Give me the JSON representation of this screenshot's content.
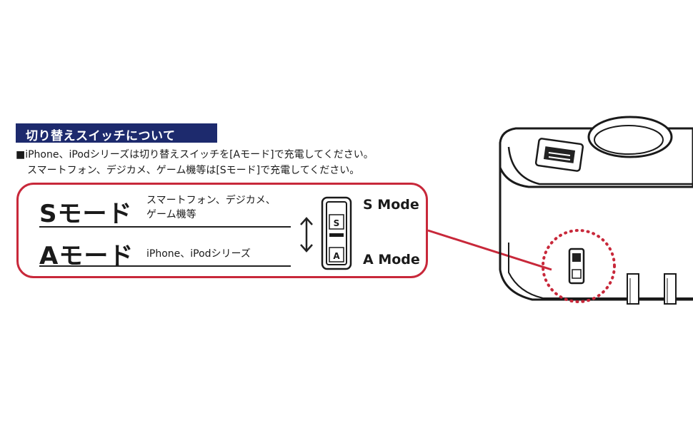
{
  "header": {
    "title": "切り替えスイッチについて"
  },
  "notes": {
    "line1": "■iPhone、iPodシリーズは切り替えスイッチを[Aモード]で充電してください。",
    "line2": "スマートフォン、デジカメ、ゲーム機等は[Sモード]で充電してください。"
  },
  "modes": {
    "s": {
      "title": "Sモード",
      "desc_line1": "スマートフォン、デジカメ、",
      "desc_line2": "ゲーム機等",
      "label": "S Mode",
      "switch_letter": "S"
    },
    "a": {
      "title": "Aモード",
      "desc": "iPhone、iPodシリーズ",
      "label": "A Mode",
      "switch_letter": "A"
    }
  },
  "colors": {
    "header_bg": "#1d2a6d",
    "frame": "#c8283a",
    "highlight": "#c8283a"
  },
  "icons": {
    "arrow": "up-down-arrow-icon",
    "switch": "slide-switch-icon"
  }
}
